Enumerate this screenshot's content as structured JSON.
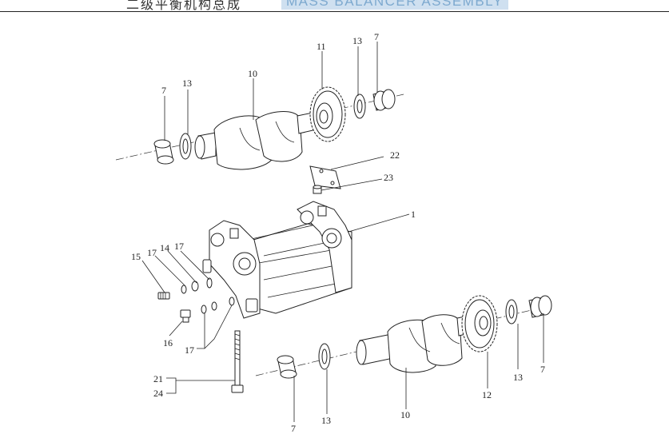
{
  "header": {
    "title_cn": "二级平衡机构总成",
    "title_en": "MASS BALANCER ASSEMBLY"
  },
  "callouts": {
    "c1": "1",
    "c7a": "7",
    "c7b": "7",
    "c7c": "7",
    "c7d": "7",
    "c10a": "10",
    "c10b": "10",
    "c11": "11",
    "c12": "12",
    "c13a": "13",
    "c13b": "13",
    "c13c": "13",
    "c13d": "13",
    "c14": "14",
    "c15": "15",
    "c16": "16",
    "c17a": "17",
    "c17b": "17",
    "c17c": "17",
    "c21": "21",
    "c22": "22",
    "c23": "23",
    "c24": "24"
  }
}
